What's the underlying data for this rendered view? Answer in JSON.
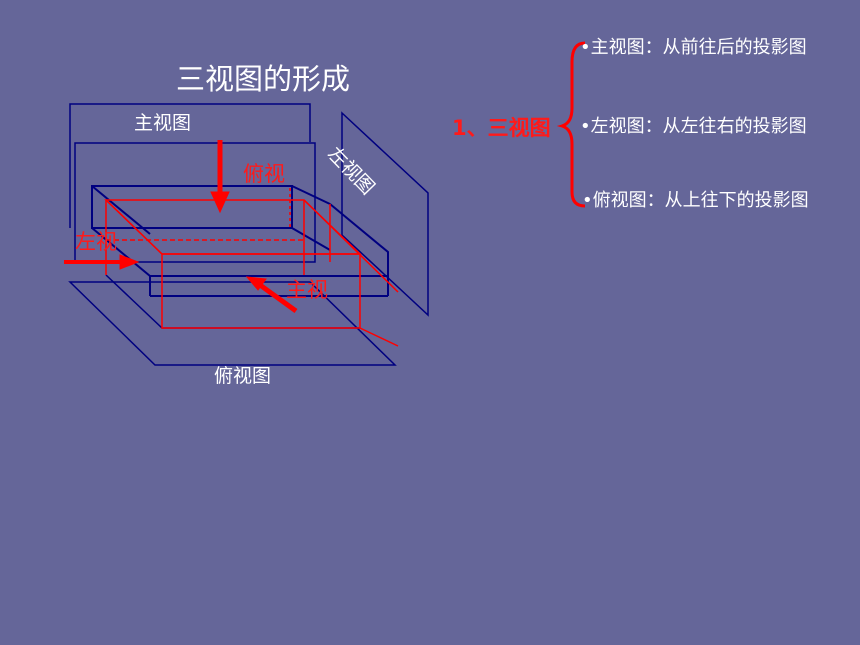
{
  "title": "三视图的形成",
  "diagram": {
    "front_plane_label": "主视图",
    "left_plane_label": "左视图",
    "top_plane_label": "俯视图",
    "top_view_arrow_label": "俯视",
    "left_view_arrow_label": "左视",
    "front_view_arrow_label": "主视",
    "colors": {
      "plane_lines": "#000080",
      "projection_lines": "#ff0000",
      "arrows": "#ff0000"
    }
  },
  "summary": {
    "heading": "1、三视图",
    "items": [
      "•主视图：从前往后的投影图",
      "•左视图：从左往右的投影图",
      "•俯视图：从上往下的投影图"
    ],
    "brace_color": "#ff0000"
  }
}
